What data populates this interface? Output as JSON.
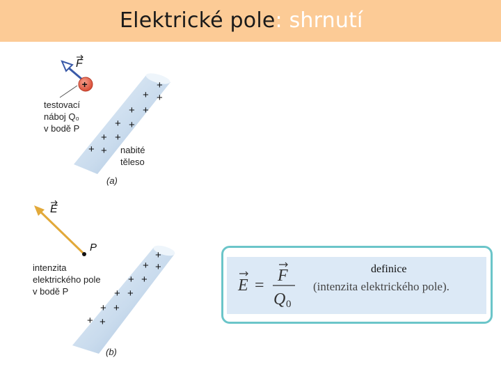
{
  "slide": {
    "title_main": "Elektrické pole",
    "title_sep": ":",
    "title_accent": " shrnutí",
    "colors": {
      "header_bg": "#fccb96",
      "accent": "#ffffff",
      "frame": "#6bc5c9",
      "panel": "#dce9f6"
    }
  },
  "figure_a": {
    "force_label": "F",
    "test_charge_symbol": "+",
    "test_charge_label": [
      "testovací",
      "náboj Q₀",
      "v bodě P"
    ],
    "body_label": [
      "nabité",
      "těleso"
    ],
    "caption": "(a)",
    "charge_symbol": "+"
  },
  "figure_b": {
    "field_label": "E",
    "point_label": "P",
    "field_text": [
      "intenzita",
      "elektrického pole",
      "v bodě P"
    ],
    "caption": "(b)",
    "charge_symbol": "+"
  },
  "definition": {
    "label": "definice",
    "lhs": "E",
    "equals": "=",
    "numerator": "F",
    "denominator": "Q",
    "denominator_sub": "0",
    "note": "(intenzita elektrického pole)."
  }
}
